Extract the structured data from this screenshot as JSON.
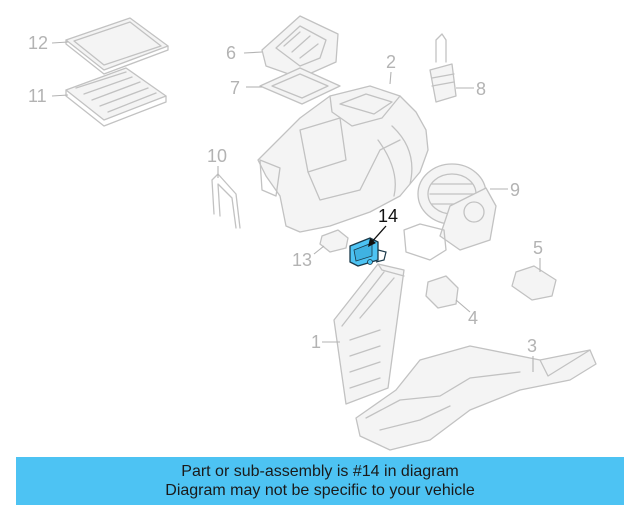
{
  "diagram": {
    "highlight_color": "#4dc3f3",
    "callouts": [
      {
        "id": "p1",
        "label": "1"
      },
      {
        "id": "p2",
        "label": "2"
      },
      {
        "id": "p3",
        "label": "3"
      },
      {
        "id": "p4",
        "label": "4"
      },
      {
        "id": "p5",
        "label": "5"
      },
      {
        "id": "p6",
        "label": "6"
      },
      {
        "id": "p7",
        "label": "7"
      },
      {
        "id": "p8",
        "label": "8"
      },
      {
        "id": "p9",
        "label": "9"
      },
      {
        "id": "p10",
        "label": "10"
      },
      {
        "id": "p11",
        "label": "11"
      },
      {
        "id": "p12",
        "label": "12"
      },
      {
        "id": "p13",
        "label": "13"
      },
      {
        "id": "p14",
        "label": "14",
        "highlighted": true
      }
    ]
  },
  "banner": {
    "line1": "Part or sub-assembly is #14 in diagram",
    "line2": "Diagram may not be specific to your vehicle",
    "color": "#4dc3f3"
  }
}
